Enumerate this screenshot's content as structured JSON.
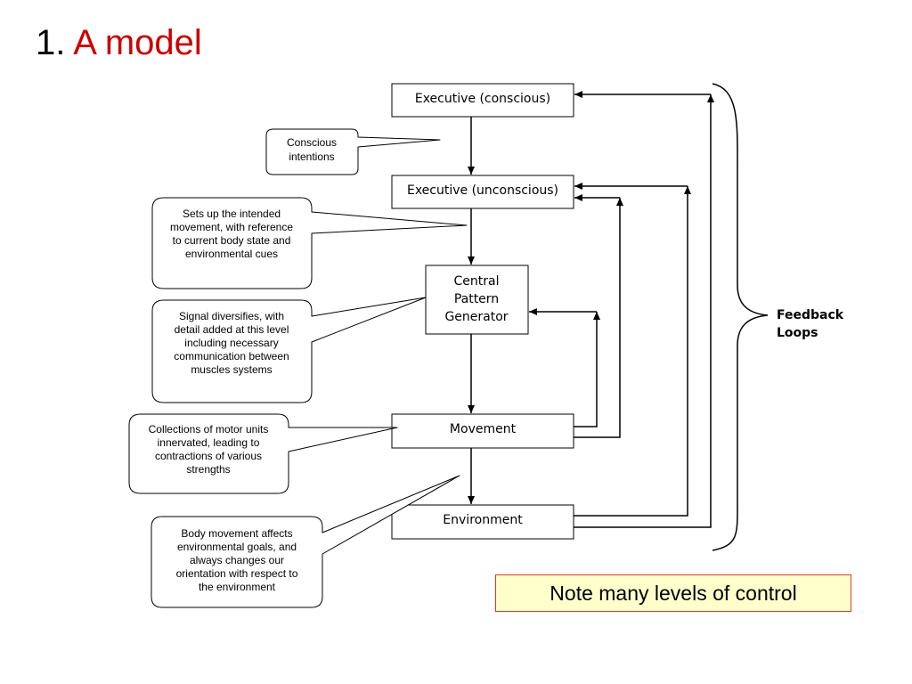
{
  "slide": {
    "title_number": "1.",
    "title_text": "A model"
  },
  "boxes": {
    "executive_conscious": "Executive (conscious)",
    "executive_unconscious": "Executive (unconscious)",
    "cpg": [
      "Central",
      "Pattern",
      "Generator"
    ],
    "movement": "Movement",
    "environment": "Environment"
  },
  "notes": {
    "conscious_intentions": [
      "Conscious",
      "intentions"
    ],
    "sets_up": [
      "Sets up the intended",
      "movement, with reference",
      "to current body state and",
      "environmental cues"
    ],
    "signal_diversifies": [
      "Signal diversifies, with",
      "detail added at this level",
      "including necessary",
      "communication between",
      "muscles systems"
    ],
    "collections": [
      "Collections of motor units",
      "innervated, leading to",
      "contractions of various",
      "strengths"
    ],
    "body_movement": [
      "Body movement affects",
      "environmental goals, and",
      "always changes our",
      "orientation with respect to",
      "the environment"
    ]
  },
  "feedback": [
    "Feedback",
    "Loops"
  ],
  "callout": "Note many levels of control",
  "colors": {
    "accent": "#cc0000",
    "callout_fill": "#ffffcc",
    "callout_border": "#e23a2a"
  }
}
